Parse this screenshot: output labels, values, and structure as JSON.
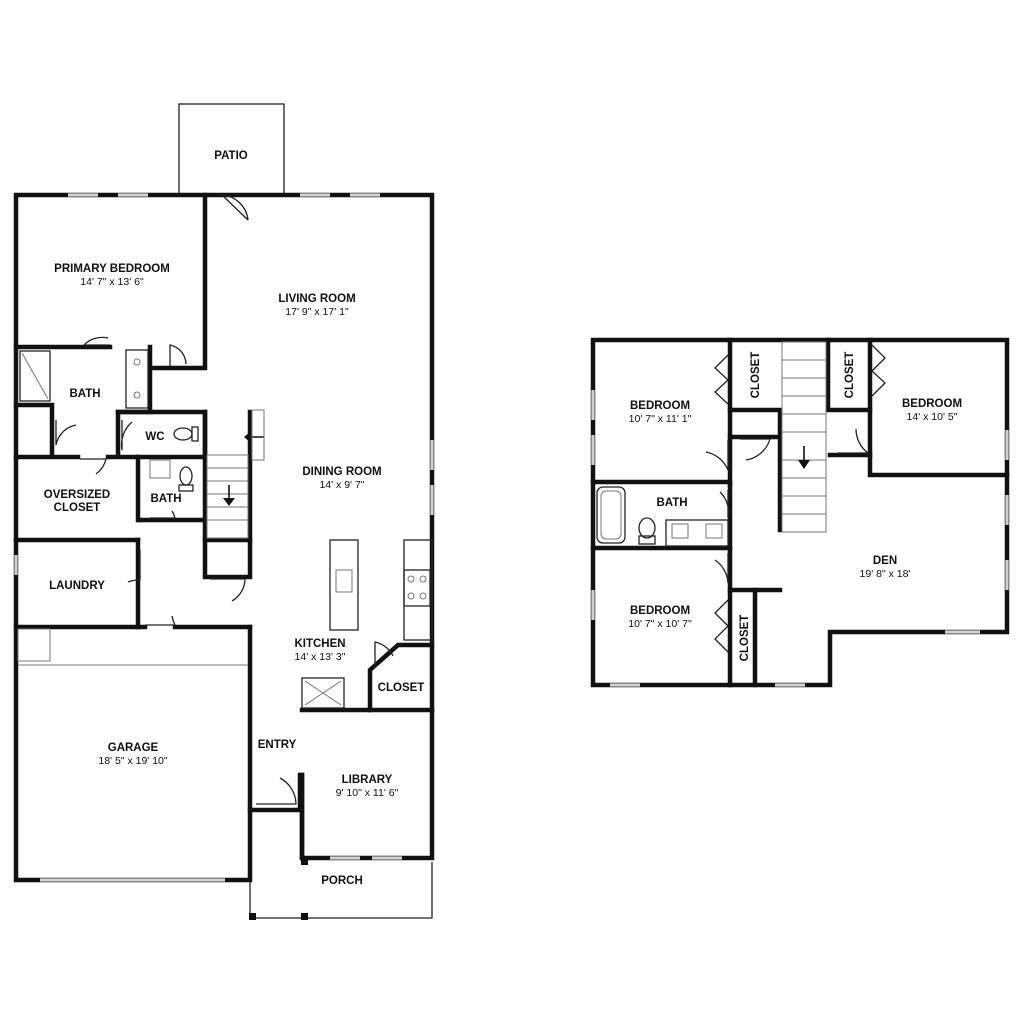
{
  "rooms": {
    "patio": {
      "name": "PATIO"
    },
    "primary_bedroom": {
      "name": "PRIMARY BEDROOM",
      "dims": "14' 7\" x 13' 6\""
    },
    "living_room": {
      "name": "LIVING ROOM",
      "dims": "17' 9\" x 17' 1\""
    },
    "bath_primary": {
      "name": "BATH"
    },
    "wc": {
      "name": "WC"
    },
    "oversized_closet": {
      "name": "OVERSIZED",
      "name2": "CLOSET"
    },
    "bath_hall": {
      "name": "BATH"
    },
    "dining_room": {
      "name": "DINING ROOM",
      "dims": "14' x 9' 7\""
    },
    "laundry": {
      "name": "LAUNDRY"
    },
    "kitchen": {
      "name": "KITCHEN",
      "dims": "14' x 13' 3\""
    },
    "closet_main": {
      "name": "CLOSET"
    },
    "garage": {
      "name": "GARAGE",
      "dims": "18' 5\" x 19' 10\""
    },
    "entry": {
      "name": "ENTRY"
    },
    "library": {
      "name": "LIBRARY",
      "dims": "9' 10\" x 11' 6\""
    },
    "porch": {
      "name": "PORCH"
    },
    "bedroom_2": {
      "name": "BEDROOM",
      "dims": "10' 7\" x 11' 1\""
    },
    "closet_up_1": {
      "name": "CLOSET"
    },
    "closet_up_2": {
      "name": "CLOSET"
    },
    "bedroom_3": {
      "name": "BEDROOM",
      "dims": "14' x 10' 5\""
    },
    "bath_up": {
      "name": "BATH"
    },
    "den": {
      "name": "DEN",
      "dims": "19' 8\" x 18'"
    },
    "bedroom_4": {
      "name": "BEDROOM",
      "dims": "10' 7\" x 10' 7\""
    },
    "closet_up_3": {
      "name": "CLOSET"
    }
  }
}
